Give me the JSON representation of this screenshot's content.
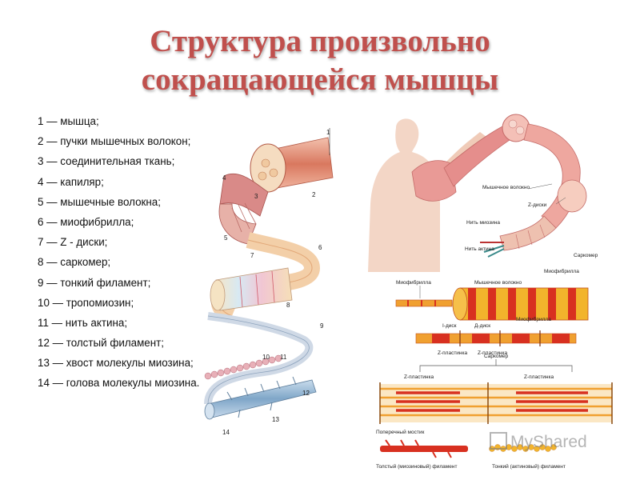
{
  "title": {
    "line1": "Структура произвольно",
    "line2": "сокращающейся мышцы"
  },
  "legend": [
    "1 — мышца;",
    "2 — пучки мышечных волокон;",
    "3 — соединительная ткань;",
    "4 — капиляр;",
    "5 — мышечные волокна;",
    "6 — миофибрилла;",
    "7 — Z - диски;",
    "8 — саркомер;",
    "9 — тонкий филамент;",
    "10 — тропомиозин;",
    "11 — нить актина;",
    "12 — толстый филамент;",
    "13 — хвост молекулы миозина;",
    "14 — голова молекулы миозина."
  ],
  "left_diagram_numbers": [
    "1",
    "2",
    "3",
    "4",
    "5",
    "6",
    "7",
    "8",
    "9",
    "10",
    "11",
    "12",
    "13",
    "14"
  ],
  "top_right_labels": {
    "fiber": "Мышечное волокно",
    "zdiscs": "Z-диски",
    "myosin": "Нить миозина",
    "actin": "Нить актина",
    "sarcomere": "Саркомер",
    "myofibril": "Миофибрилла"
  },
  "bottom_right_labels": {
    "myofibril": "Миофибрилла",
    "fiber": "Мышечное волокно",
    "idisk": "I-диск",
    "adisk": "Д-диск",
    "myofibril2": "Миофибрилла",
    "zplate1": "Z-пластинка",
    "zplate2": "Z-пластинка",
    "sarcomere": "Саркомер",
    "zplate3": "Z-пластинка",
    "zplate4": "Z-пластинка",
    "bridge": "Поперечный мостик",
    "thick": "Толстый (миозиновый) филамент",
    "thin": "Тонкий (актиновый) филамент"
  },
  "watermark": "MyShared",
  "colors": {
    "title": "#c0504d",
    "muscle": "#e8a08a",
    "fiber_orange": "#f0a030",
    "fiber_red": "#d83020",
    "filament_blue": "#7fa6c8"
  }
}
